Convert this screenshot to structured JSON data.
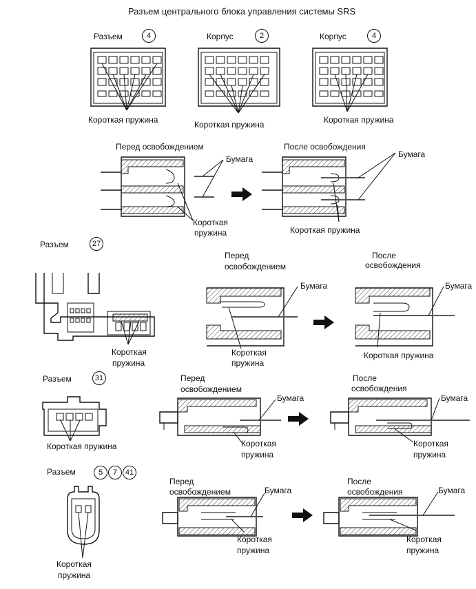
{
  "title": "Разъем центрального блока управления системы SRS",
  "top": {
    "panels": [
      {
        "label": "Разъем",
        "number": "4",
        "spring": "Короткая пружина"
      },
      {
        "label": "Корпус",
        "number": "2",
        "spring": "Короткая пружина"
      },
      {
        "label": "Корпус",
        "number": "4",
        "spring": "Короткая пружина"
      }
    ],
    "before_label": "Перед освобождением",
    "after_label": "После освобождения",
    "paper_label": "Бумага",
    "spring_line1": "Короткая",
    "spring_line2": "пружина",
    "spring_full": "Короткая пружина"
  },
  "sec27": {
    "label": "Разъем",
    "number": "27",
    "spring_line1": "Короткая",
    "spring_line2": "пружина",
    "before_line1": "Перед",
    "before_line2": "освобождением",
    "after_line1": "После",
    "after_line2": "освобождения",
    "paper_label": "Бумага",
    "spring_full": "Короткая пружина"
  },
  "sec31": {
    "label": "Разъем",
    "number": "31",
    "spring_full": "Короткая пружина",
    "before_line1": "Перед",
    "before_line2": "освобождением",
    "after_line1": "После",
    "after_line2": "освобождения",
    "paper_label": "Бумага",
    "spring_line1": "Короткая",
    "spring_line2": "пружина"
  },
  "sec5": {
    "label": "Разъем",
    "numbers": [
      "5",
      "7",
      "41"
    ],
    "spring_line1": "Короткая",
    "spring_line2": "пружина",
    "before_line1": "Перед",
    "before_line2": "освобождением",
    "after_line1": "После",
    "after_line2": "освобождения",
    "paper_label": "Бумага"
  }
}
